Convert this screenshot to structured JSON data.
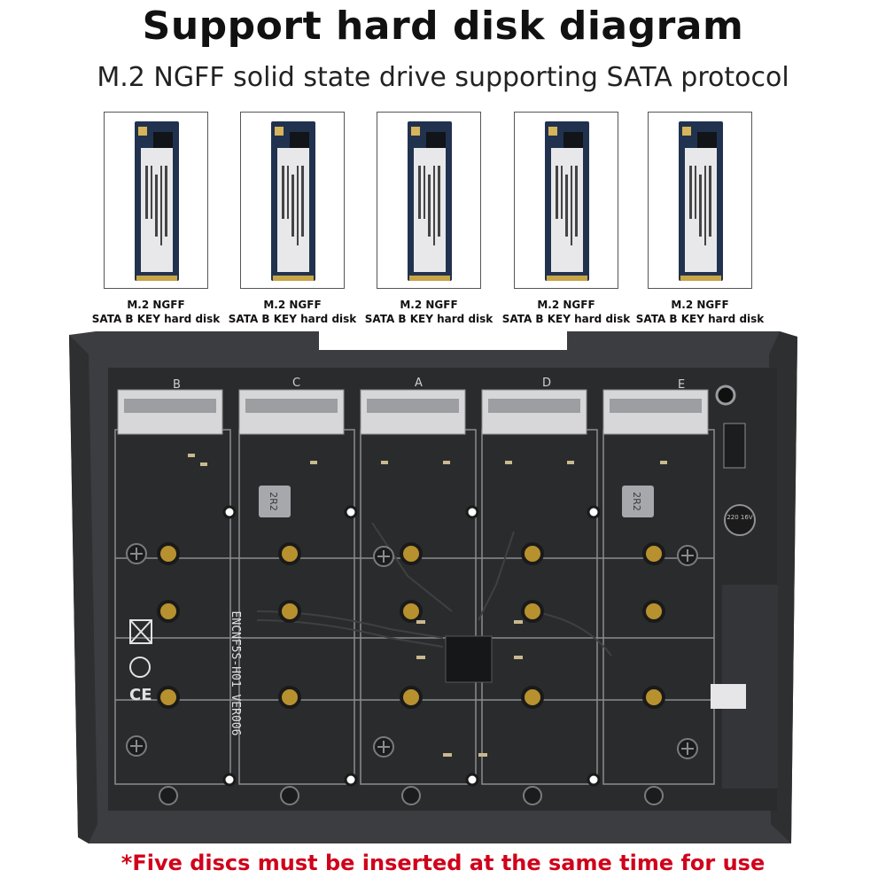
{
  "header": {
    "title": "Support hard disk diagram",
    "subtitle": "M.2 NGFF solid state drive supporting SATA protocol"
  },
  "drives": [
    {
      "line1": "M.2 NGFF",
      "line2": "SATA B KEY hard disk"
    },
    {
      "line1": "M.2 NGFF",
      "line2": "SATA B KEY hard disk"
    },
    {
      "line1": "M.2 NGFF",
      "line2": "SATA B KEY hard disk"
    },
    {
      "line1": "M.2 NGFF",
      "line2": "SATA B KEY hard disk"
    },
    {
      "line1": "M.2 NGFF",
      "line2": "SATA B KEY hard disk"
    }
  ],
  "board": {
    "slot_letters": [
      "B",
      "C",
      "A",
      "D",
      "E"
    ],
    "silkscreen": "ENCNF5S-H01 VER006",
    "inductor_marking": "2R2",
    "capacitor_marking": "220 16V"
  },
  "footer": {
    "note": "*Five discs must be inserted at the same time for use"
  },
  "colors": {
    "footer_text": "#d0021b",
    "pcb": "#2a2b2d",
    "frame": "#3c3d40",
    "gold": "#b8912f",
    "ssd_pcb": "#21324f"
  }
}
